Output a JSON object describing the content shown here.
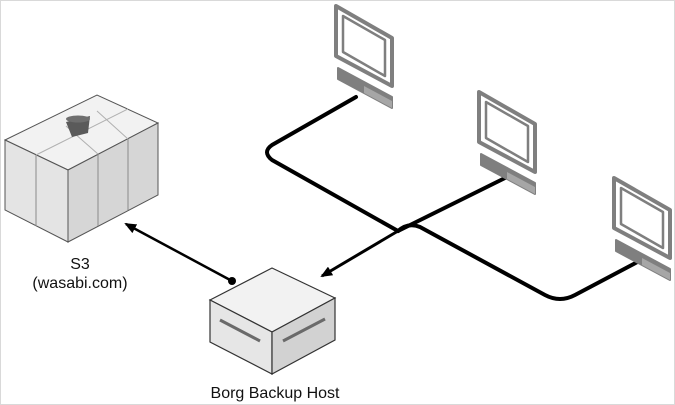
{
  "nodes": {
    "s3": {
      "name": "S3",
      "provider": "(wasabi.com)"
    },
    "backup_host": {
      "name": "Borg Backup Host"
    },
    "clients": [
      {
        "icon": "monitor-icon"
      },
      {
        "icon": "monitor-icon"
      },
      {
        "icon": "monitor-icon"
      }
    ]
  },
  "colors": {
    "icon_stroke": "#7f7f7f",
    "line": "#000000",
    "box_top": "#f2f2f2",
    "box_side": "#d4d4d4",
    "box_dark": "#b3b3b3"
  }
}
